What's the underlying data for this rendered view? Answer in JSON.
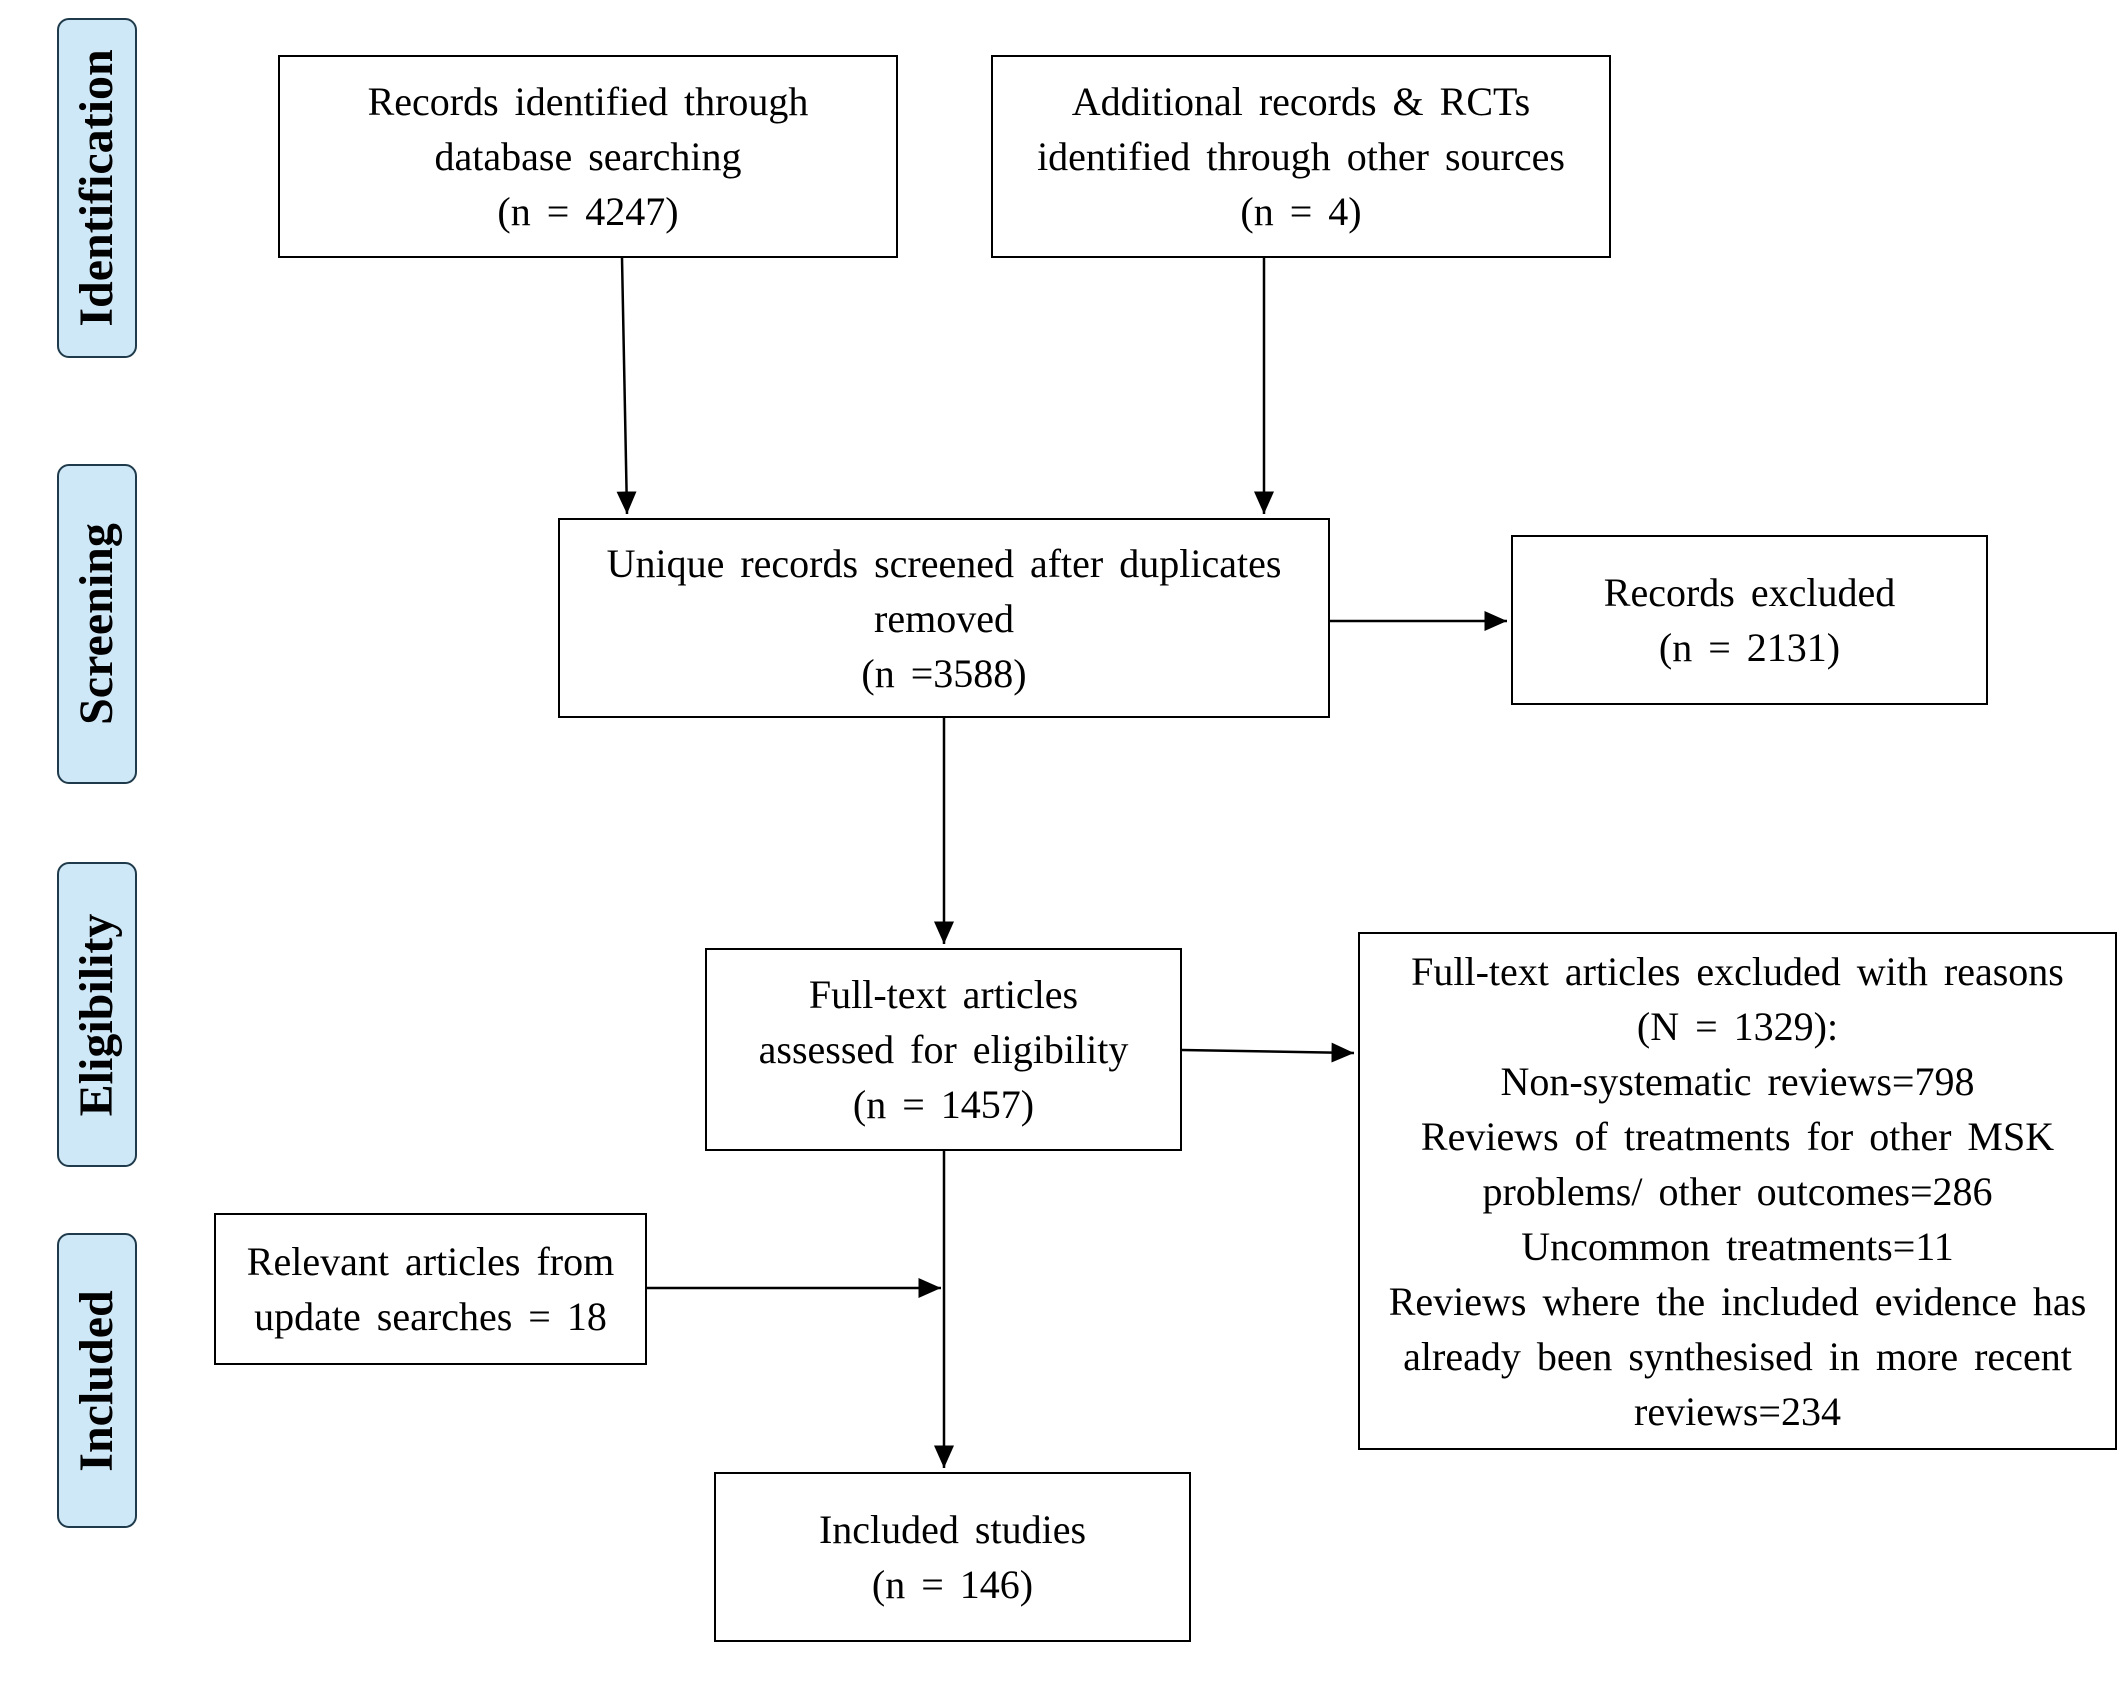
{
  "phases": {
    "identification": "Identification",
    "screening": "Screening",
    "eligibility": "Eligibility",
    "included": "Included"
  },
  "boxes": {
    "database_records": {
      "lines": [
        "Records identified through",
        "database searching",
        "(n = 4247)"
      ]
    },
    "additional_records": {
      "lines": [
        "Additional records & RCTs",
        "identified through other sources",
        "(n = 4)"
      ]
    },
    "unique_screened": {
      "lines": [
        "Unique records screened after duplicates",
        "removed",
        "(n =3588)"
      ]
    },
    "records_excluded": {
      "lines": [
        "Records excluded",
        "(n = 2131)"
      ]
    },
    "full_text_assessed": {
      "lines": [
        "Full-text articles",
        "assessed for eligibility",
        "(n = 1457)"
      ]
    },
    "full_text_excluded": {
      "lines": [
        "Full-text articles excluded with reasons",
        "(N = 1329):",
        "Non-systematic reviews=798",
        "Reviews of treatments for other MSK",
        "problems/ other outcomes=286",
        "Uncommon treatments=11",
        "Reviews where the included evidence has",
        "already been synthesised in more recent",
        "reviews=234"
      ]
    },
    "update_searches": {
      "lines": [
        "Relevant articles from",
        "update searches = 18"
      ]
    },
    "included_studies": {
      "lines": [
        "Included studies",
        "(n = 146)"
      ]
    }
  }
}
